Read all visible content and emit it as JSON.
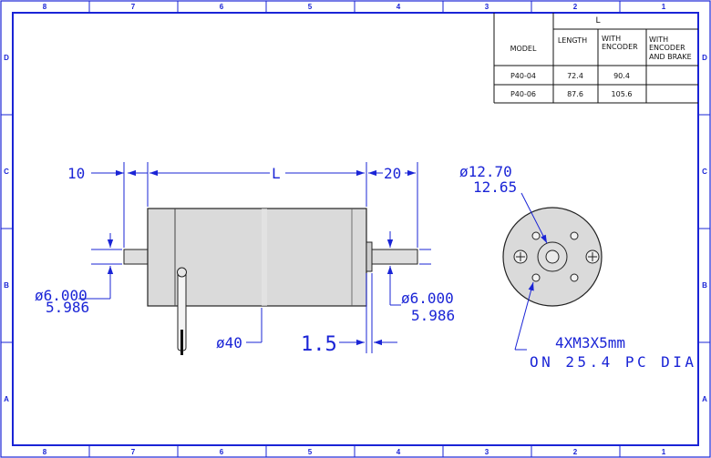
{
  "colors": {
    "frame": "#1a24d6",
    "motor_body": "#dcdcdc",
    "motor_outline": "#222222",
    "dimension": "#1a24d6"
  },
  "border": {
    "col_labels": [
      "8",
      "7",
      "6",
      "5",
      "4",
      "3",
      "2",
      "1"
    ],
    "row_labels": [
      "D",
      "C",
      "B",
      "A"
    ]
  },
  "table": {
    "group_header": "L",
    "col_model": "MODEL",
    "col_length": "LENGTH",
    "col_with_encoder": [
      "WITH",
      "ENCODER"
    ],
    "col_with_encoder_brake": [
      "WITH",
      "ENCODER",
      "AND BRAKE"
    ],
    "rows": [
      {
        "model": "P40-04",
        "length": "72.4",
        "with_encoder": "90.4",
        "with_encoder_brake": ""
      },
      {
        "model": "P40-06",
        "length": "87.6",
        "with_encoder": "105.6",
        "with_encoder_brake": ""
      }
    ]
  },
  "dims": {
    "rear_shaft_len": "10",
    "body_len": "L",
    "front_shaft_len": "20",
    "rear_shaft_dia_top": "ø6.000",
    "rear_shaft_dia_bottom": "5.986",
    "front_shaft_dia_top": "ø6.000",
    "front_shaft_dia_bottom": "5.986",
    "body_dia": "ø40",
    "pilot_len": "1.5",
    "pilot_dia_top": "ø12.70",
    "pilot_dia_bottom": "12.65",
    "holes_note_line1": "4XM3X5mm",
    "holes_note_line2": "ON 25.4 PC DIA"
  }
}
